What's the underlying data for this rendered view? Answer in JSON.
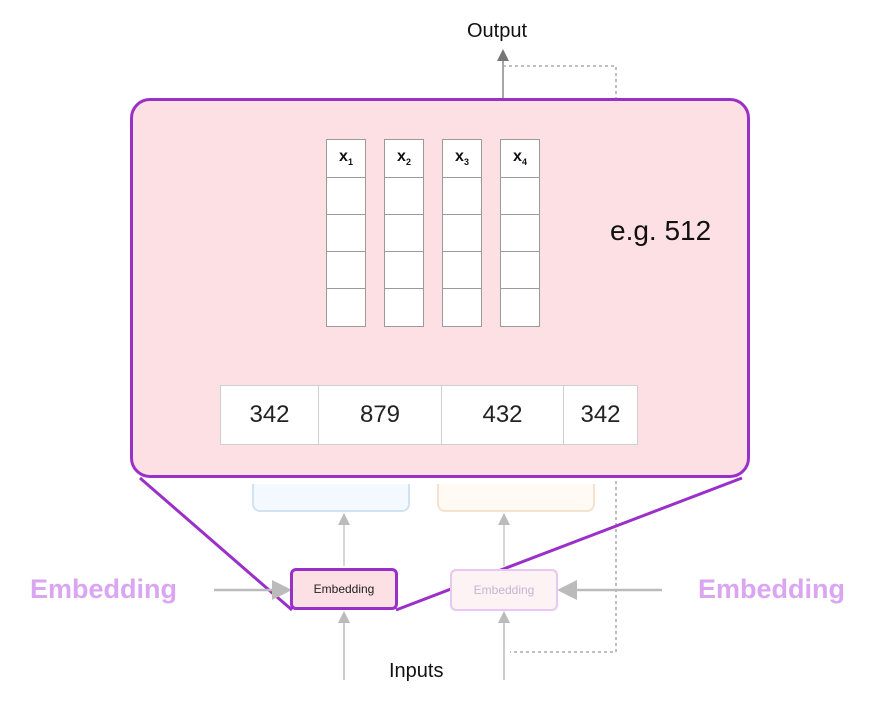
{
  "output_label": "Output",
  "inputs_label": "Inputs",
  "vectors": [
    {
      "name": "x",
      "sub": "1"
    },
    {
      "name": "x",
      "sub": "2"
    },
    {
      "name": "x",
      "sub": "3"
    },
    {
      "name": "x",
      "sub": "4"
    }
  ],
  "dimension_label": "e.g. 512",
  "tokens": [
    "342",
    "879",
    "432",
    "342"
  ],
  "embedding_box_label": "Embedding",
  "embedding_box_faded_label": "Embedding",
  "side_label_left": "Embedding",
  "side_label_right": "Embedding",
  "colors": {
    "magnifier_border": "#9b2fc9",
    "magnifier_fill": "#fde0e3",
    "dimension_arrow": "#e020d8",
    "side_label": "#dba6f1"
  }
}
